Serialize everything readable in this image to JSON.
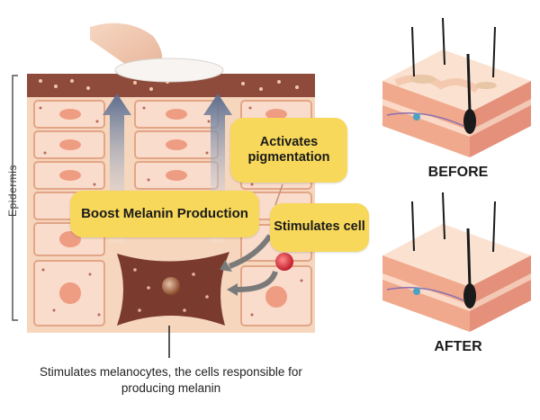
{
  "diagram": {
    "side_label": "Epidermis",
    "callouts": {
      "activates": "Activates pigmentation",
      "boost": "Boost Melanin Production",
      "stimulates_cell": "Stimulates cell"
    },
    "caption": "Stimulates melanocytes, the cells responsible for producing melanin",
    "before_label": "BEFORE",
    "after_label": "AFTER"
  },
  "colors": {
    "callout_yellow": "#f7d85a",
    "skin_peach": "#f4c6a4",
    "melanin_brown": "#7a3a2e",
    "arrow_blue": "#6f7f9a"
  }
}
